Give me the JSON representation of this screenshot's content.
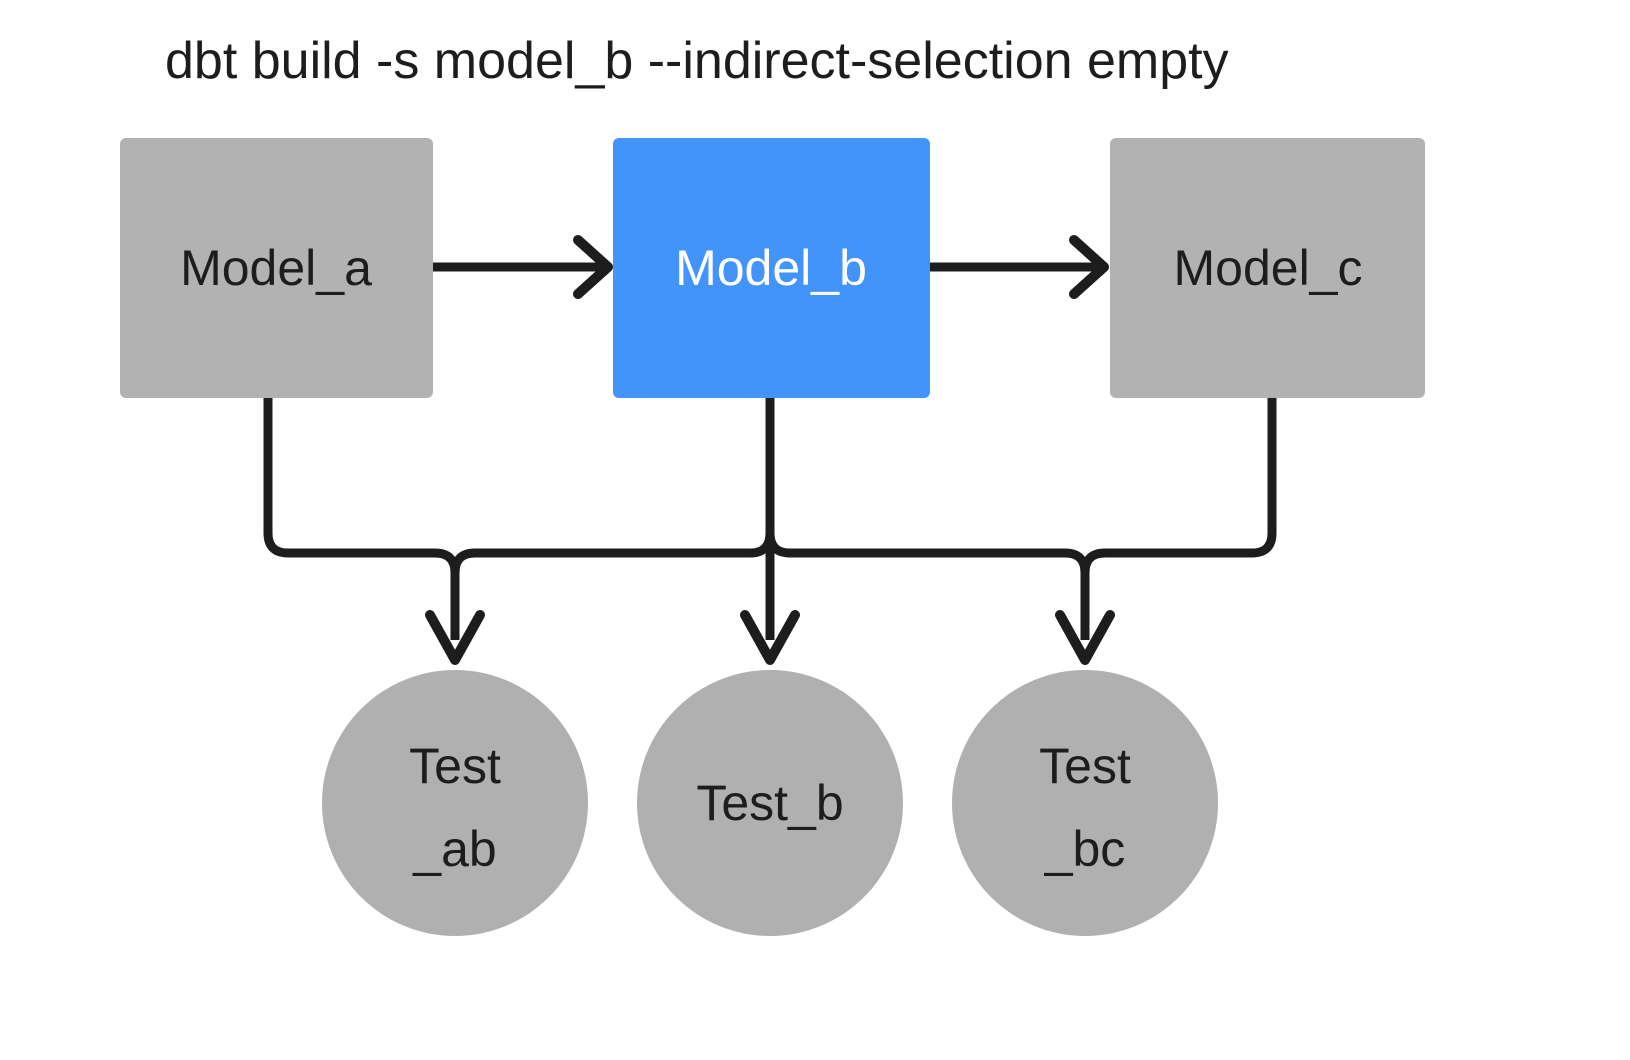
{
  "diagram": {
    "title": "dbt build -s model_b --indirect-selection empty",
    "colors": {
      "background": "#ffffff",
      "node_gray": "#b2b2b2",
      "node_selected_blue": "#4294fa",
      "edge_black": "#1d1d1d",
      "label_dark": "#1d1d1d",
      "label_light": "#ffffff"
    },
    "models": [
      {
        "id": "model_a",
        "label": "Model_a",
        "state": "unselected",
        "shape": "rectangle"
      },
      {
        "id": "model_b",
        "label": "Model_b",
        "state": "selected",
        "shape": "rectangle"
      },
      {
        "id": "model_c",
        "label": "Model_c",
        "state": "unselected",
        "shape": "rectangle"
      }
    ],
    "tests": [
      {
        "id": "test_ab",
        "label": "Test_ab",
        "line1": "Test",
        "line2": "_ab",
        "state": "unselected",
        "shape": "circle"
      },
      {
        "id": "test_b",
        "label": "Test_b",
        "line1": "Test_b",
        "line2": "",
        "state": "unselected",
        "shape": "circle"
      },
      {
        "id": "test_bc",
        "label": "Test_bc",
        "line1": "Test",
        "line2": "_bc",
        "state": "unselected",
        "shape": "circle"
      }
    ],
    "edges": [
      {
        "from": "model_a",
        "to": "model_b",
        "style": "arrow-right"
      },
      {
        "from": "model_b",
        "to": "model_c",
        "style": "arrow-right"
      },
      {
        "from": "model_a",
        "to": "test_ab",
        "style": "elbow-down"
      },
      {
        "from": "model_b",
        "to": "test_ab",
        "style": "elbow-down"
      },
      {
        "from": "model_b",
        "to": "test_b",
        "style": "straight-down"
      },
      {
        "from": "model_b",
        "to": "test_bc",
        "style": "elbow-down"
      },
      {
        "from": "model_c",
        "to": "test_bc",
        "style": "elbow-down"
      }
    ]
  }
}
